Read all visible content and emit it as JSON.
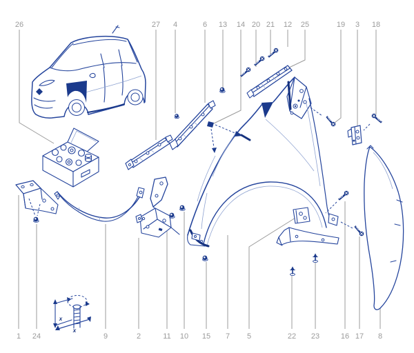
{
  "diagram": {
    "type": "exploded parts diagram",
    "subject": "front fender assembly with vehicle overview",
    "background_color": "#ffffff",
    "line_color": "#24449c",
    "dark_fill_color": "#1b3a8c",
    "light_line_color": "#8fa3d1",
    "callout_color": "#9b9b9b"
  },
  "callouts": {
    "top": [
      {
        "number": "26"
      },
      {
        "number": "27"
      },
      {
        "number": "4"
      },
      {
        "number": "6"
      },
      {
        "number": "13"
      },
      {
        "number": "14"
      },
      {
        "number": "20"
      },
      {
        "number": "21"
      },
      {
        "number": "12"
      },
      {
        "number": "25"
      },
      {
        "number": "19"
      },
      {
        "number": "3"
      },
      {
        "number": "18"
      }
    ],
    "bottom": [
      {
        "number": "1"
      },
      {
        "number": "24"
      },
      {
        "number": "9"
      },
      {
        "number": "2"
      },
      {
        "number": "11"
      },
      {
        "number": "10"
      },
      {
        "number": "15"
      },
      {
        "number": "7"
      },
      {
        "number": "5"
      },
      {
        "number": "22"
      },
      {
        "number": "23"
      },
      {
        "number": "16"
      },
      {
        "number": "17"
      },
      {
        "number": "8"
      }
    ]
  },
  "inset": {
    "dimension_labels": [
      "x",
      "x"
    ]
  }
}
